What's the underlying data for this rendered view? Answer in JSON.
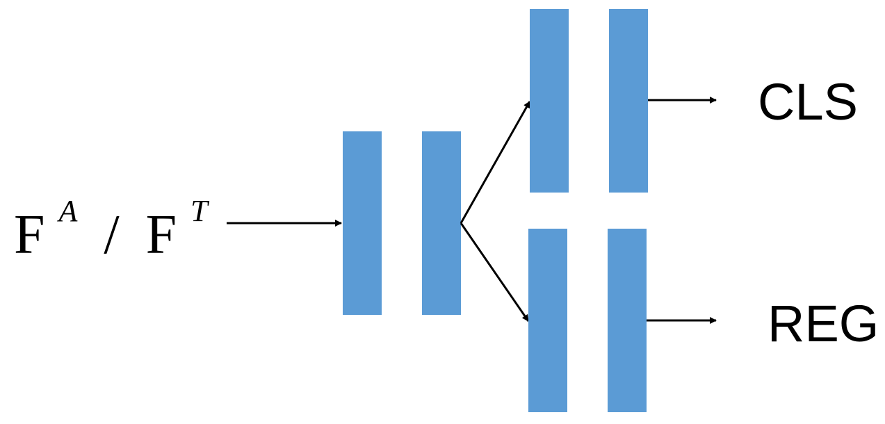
{
  "input_label": {
    "base_a": "F",
    "sup_a": "A",
    "separator": "/",
    "base_t": "F",
    "sup_t": "T"
  },
  "outputs": {
    "cls": "CLS",
    "reg": "REG"
  },
  "colors": {
    "layer_fill": "#5b9bd5",
    "arrow": "#000000",
    "text": "#000000"
  }
}
